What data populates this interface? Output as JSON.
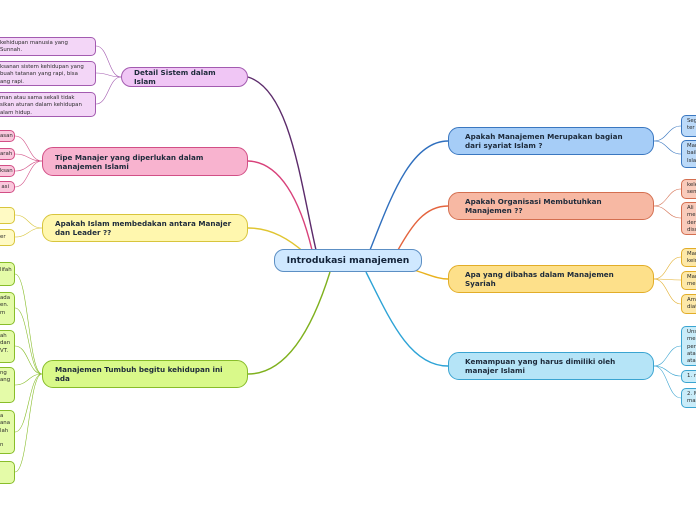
{
  "center": {
    "label": "Introdukasi manajemen"
  },
  "branches": [
    {
      "id": "detail-sistem",
      "label": "Detail Sistem dalam Islam",
      "color": "#5c2b6b",
      "leaves": [
        "kehidupan manusia yang\nSunnah.",
        "ksanan sistem kehidupan yang\nbuah tatanan yang rapi, bisa\nang rapi.",
        "man atau sama sekali tidak\nsikan aturan dalam kehidupan\nalam hidup."
      ]
    },
    {
      "id": "tipe-manajer",
      "label": "Tipe Manajer yang diperlukan dalam manajemen Islami",
      "color": "#d8417a",
      "leaves": [
        "asan",
        "arah",
        "ksan",
        "asi"
      ]
    },
    {
      "id": "manajer-leader",
      "label": "Apakah Islam membedakan antara Manajer dan Leader ??",
      "color": "#e0c531",
      "leaves": [
        "",
        "er"
      ]
    },
    {
      "id": "manajemen-tumbuh",
      "label": "Manajemen Tumbuh begitu kehidupan ini ada",
      "color": "#7fb11e",
      "leaves": [
        "lifah",
        "ada\nen.\nm",
        "ah\ndan\nVT.",
        "ng\nang",
        "a\nana\nlah\n\nn",
        ""
      ]
    },
    {
      "id": "syariat",
      "label": "Apakah Manajemen Merupakan bagian dari syariat Islam ?",
      "color": "#2f6fbe",
      "leaves": [
        "Seg\nter",
        "Man\nbaik\nIsla"
      ]
    },
    {
      "id": "organisasi",
      "label": "Apakah Organisasi Membutuhkan Manajemen ??",
      "color": "#e4643e",
      "leaves": [
        "kele\nsem",
        "Ali \nmel\ndem\ndisu"
      ]
    },
    {
      "id": "manajemen-syariah",
      "label": "Apa yang dibahas dalam Manajemen Syariah",
      "color": "#e9b21e",
      "leaves": [
        "Man\nkein",
        "Man\nmen",
        "Amu\ndiat"
      ]
    },
    {
      "id": "kemampuan",
      "label": "Kemampuan yang harus dimiliki oleh manajer Islami",
      "color": "#2da3d6",
      "leaves": [
        "Unsu\nmen\nperu\natau\natau",
        "1. m",
        "2. M\nmas"
      ]
    }
  ]
}
